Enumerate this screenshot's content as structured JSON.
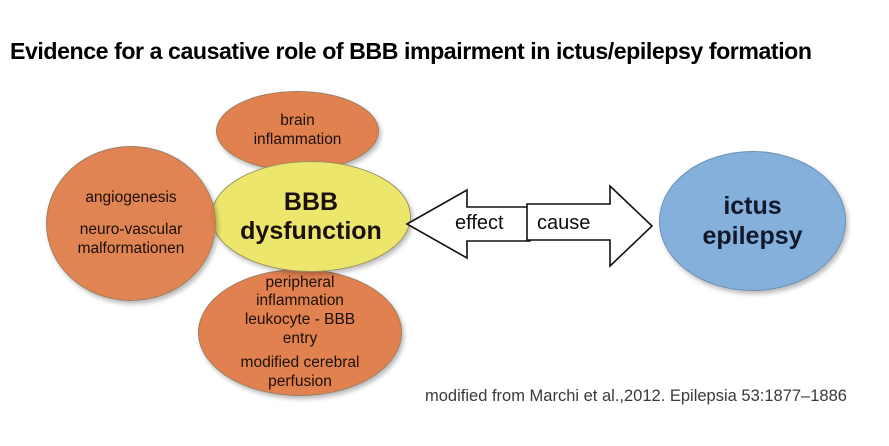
{
  "slide": {
    "title": "Evidence for a causative role of BBB impairment in ictus/epilepsy formation",
    "background_color": "#ffffff"
  },
  "diagram": {
    "type": "venn-concept-diagram",
    "nodes": [
      {
        "id": "brain-inflammation",
        "shape": "ellipse",
        "color": "#e28150",
        "lines": [
          "brain",
          "inflammation"
        ],
        "line1": "brain",
        "line2": "inflammation"
      },
      {
        "id": "angiogenesis",
        "shape": "ellipse",
        "color": "#e28150",
        "line1": "angiogenesis",
        "line2": "neuro-vascular",
        "line3": "malformationen"
      },
      {
        "id": "bbb-dysfunction",
        "shape": "ellipse",
        "color": "#ece66d",
        "line1": "BBB",
        "line2": "dysfunction"
      },
      {
        "id": "peripheral-inflammation",
        "shape": "ellipse",
        "color": "#e28150",
        "line1": "peripheral",
        "line2": "inflammation",
        "line3": "leukocyte - BBB",
        "line4": "entry",
        "line5": "modified cerebral",
        "line6": "perfusion"
      },
      {
        "id": "ictus-epilepsy",
        "shape": "ellipse",
        "color": "#85b0dc",
        "line1": "ictus",
        "line2": "epilepsy"
      }
    ],
    "arrows": {
      "left_arrow": {
        "direction": "left",
        "label": "effect",
        "fill": "#ffffff",
        "stroke": "#000000"
      },
      "right_arrow": {
        "direction": "right",
        "label": "cause",
        "fill": "#ffffff",
        "stroke": "#000000"
      }
    }
  },
  "caption": {
    "source": "modified from Marchi et al.,2012. Epilepsia 53:1877–1886"
  }
}
